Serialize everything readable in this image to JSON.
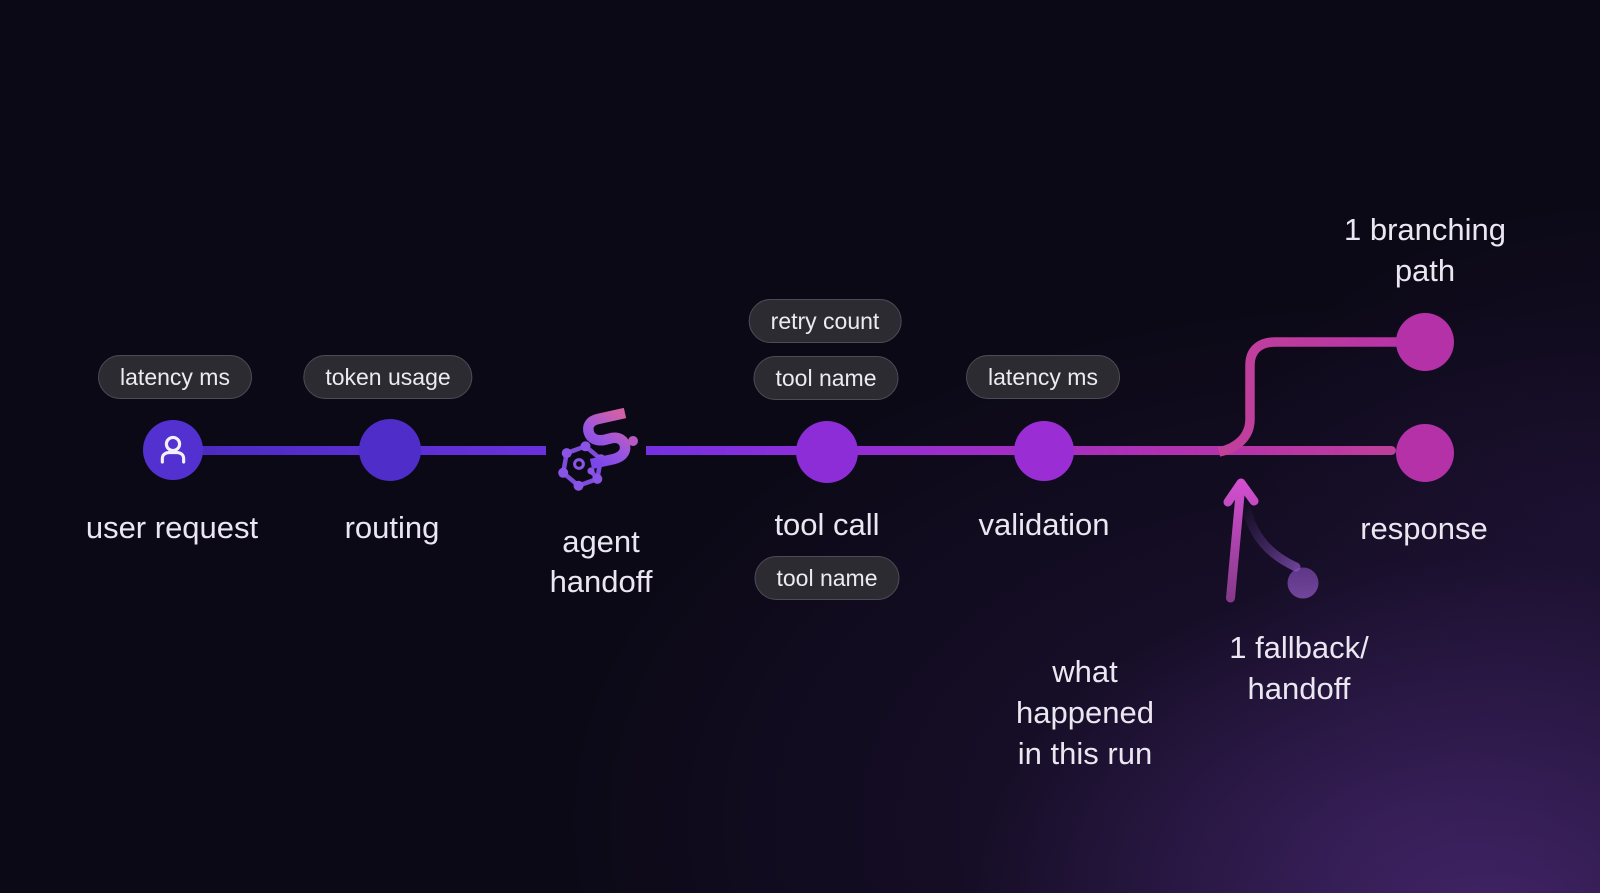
{
  "diagram_kind": "agent-trace-flow",
  "palette": {
    "background": "#0c0917",
    "glow_bottom_right": "#623598",
    "trace_line_start": "#4a2abf",
    "trace_line_end": "#bf3f9b",
    "node_user_request": "#5331d0",
    "node_routing": "#4e2dc9",
    "node_tool_call": "#8c2dd8",
    "node_validation": "#9a2ed4",
    "node_response": "#b431a8",
    "branch_path": "#c2409a",
    "arrow": "#d24fce",
    "fallback_faded": "#9a5ad0",
    "pill_background": "#2c2b32",
    "pill_border": "#4d4c56",
    "text": "#eae7f1",
    "logo_pink": "#d060a8",
    "logo_purple": "#7b47e8"
  },
  "nodes": [
    {
      "id": "user-request",
      "label": "user request"
    },
    {
      "id": "routing",
      "label": "routing"
    },
    {
      "id": "agent-handoff",
      "label": "agent handoff"
    },
    {
      "id": "tool-call",
      "label": "tool call"
    },
    {
      "id": "validation",
      "label": "validation"
    },
    {
      "id": "response",
      "label": "response"
    }
  ],
  "pills": [
    {
      "id": "latency-ms-user",
      "text": "latency ms"
    },
    {
      "id": "token-usage-routing",
      "text": "token usage"
    },
    {
      "id": "retry-count-tool-call",
      "text": "retry count"
    },
    {
      "id": "tool-name-tool-call-top",
      "text": "tool name"
    },
    {
      "id": "latency-ms-validation",
      "text": "latency ms"
    },
    {
      "id": "tool-name-tool-call-bottom",
      "text": "tool name"
    }
  ],
  "annotations": {
    "branching": {
      "line1": "1 branching",
      "line2": "path"
    },
    "fallback": {
      "line1": "1 fallback/",
      "line2": "handoff"
    },
    "run_note": {
      "line1": "what",
      "line2": "happened",
      "line3": "in this run"
    }
  },
  "icons": {
    "user_node": "user-icon",
    "agent_handoff_node": "hexagon-network-s-logo-icon",
    "pointer": "up-arrow-icon"
  }
}
